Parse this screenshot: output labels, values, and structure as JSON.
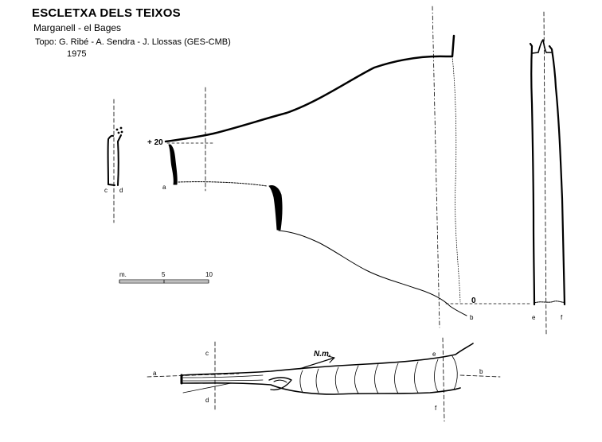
{
  "header": {
    "title": "ESCLETXA DELS TEIXOS",
    "location": "Marganell - el Bages",
    "survey": "Topo: G. Ribé - A. Sendra - J. Llossas (GES-CMB)",
    "year": "1975"
  },
  "elevation_labels": {
    "top": "+ 20",
    "bottom": "0"
  },
  "scale_bar": {
    "unit": "m.",
    "tick_mid": "5",
    "tick_end": "10"
  },
  "north_label": "N.m.",
  "section_labels": {
    "a": "a",
    "b": "b",
    "c": "c",
    "d": "d",
    "e": "e",
    "f": "f"
  }
}
